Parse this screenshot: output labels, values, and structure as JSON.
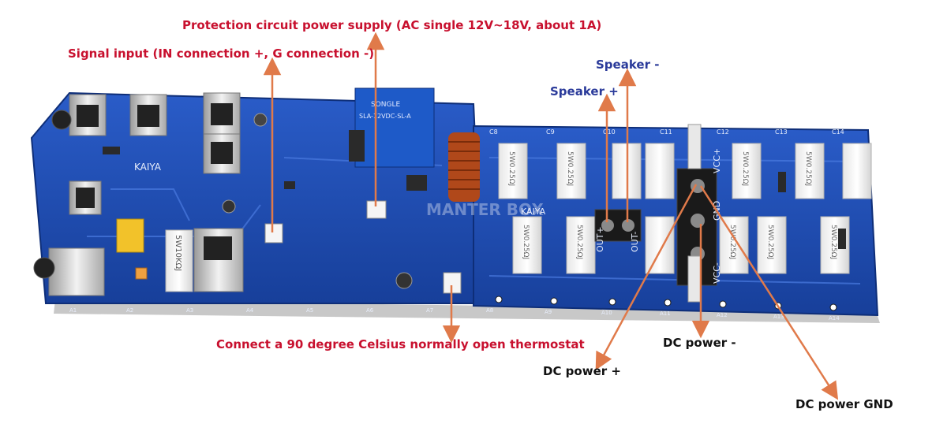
{
  "annotations": {
    "protection_power": "Protection circuit power supply (AC single 12V~18V, about 1A)",
    "signal_input": "Signal input (IN connection +, G connection -)",
    "speaker_minus": "Speaker -",
    "speaker_plus": "Speaker +",
    "thermostat": "Connect a 90 degree Celsius normally open thermostat",
    "dc_minus": "DC power -",
    "dc_plus": "DC power +",
    "dc_gnd": "DC power GND"
  },
  "board_marks": {
    "brand": "KAIYA",
    "relay_brand": "SONGLE",
    "relay_model": "SLA-12VDC-SL-A",
    "watermark": "MANTER BOX",
    "out_plus": "OUT+",
    "out_minus": "OUT-",
    "vcc_plus": "VCC+",
    "gnd": "GND",
    "vcc_minus": "VCC-",
    "resistor_small": "5W0.25ΩJ",
    "resistor_large": "5W10KΩJ",
    "cap_labels": [
      "C8",
      "C9",
      "C10",
      "C11",
      "C12",
      "C13",
      "C14"
    ],
    "pad_labels": [
      "A1",
      "A2",
      "A3",
      "A4",
      "A5",
      "A6",
      "A7",
      "A8",
      "A9",
      "A10",
      "A11",
      "A12",
      "A13",
      "A14"
    ]
  },
  "colors": {
    "accent_red": "#c8102e",
    "accent_blue": "#2a3a9a",
    "pcb_blue": "#1f4fb8",
    "arrow": "#e07a4a"
  }
}
